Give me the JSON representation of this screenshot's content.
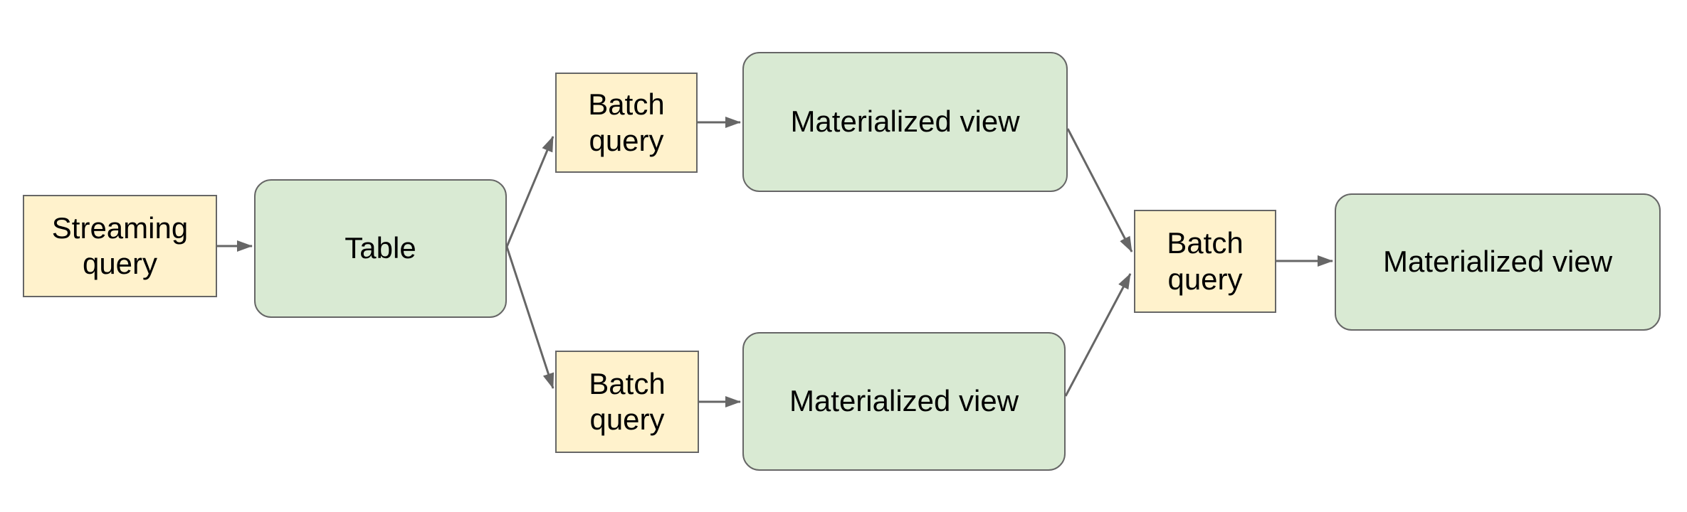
{
  "diagram": {
    "background_color": "#ffffff",
    "colors": {
      "query_fill": "#fff2cc",
      "data_fill": "#d9ead3",
      "border": "#666666",
      "arrow": "#666666",
      "text": "#000000"
    },
    "nodes": {
      "streaming_query": {
        "label": "Streaming query",
        "shape": "rectangle",
        "fill": "#fff2cc"
      },
      "table": {
        "label": "Table",
        "shape": "rounded-rectangle",
        "fill": "#d9ead3"
      },
      "batch_query_top": {
        "label": "Batch query",
        "shape": "rectangle",
        "fill": "#fff2cc"
      },
      "materialized_view_top": {
        "label": "Materialized view",
        "shape": "rounded-rectangle",
        "fill": "#d9ead3"
      },
      "batch_query_bottom": {
        "label": "Batch query",
        "shape": "rectangle",
        "fill": "#fff2cc"
      },
      "materialized_view_bottom": {
        "label": "Materialized view",
        "shape": "rounded-rectangle",
        "fill": "#d9ead3"
      },
      "batch_query_right": {
        "label": "Batch query",
        "shape": "rectangle",
        "fill": "#fff2cc"
      },
      "materialized_view_right": {
        "label": "Materialized view",
        "shape": "rounded-rectangle",
        "fill": "#d9ead3"
      }
    },
    "edges": [
      {
        "from": "streaming_query",
        "to": "table"
      },
      {
        "from": "table",
        "to": "batch_query_top"
      },
      {
        "from": "table",
        "to": "batch_query_bottom"
      },
      {
        "from": "batch_query_top",
        "to": "materialized_view_top"
      },
      {
        "from": "batch_query_bottom",
        "to": "materialized_view_bottom"
      },
      {
        "from": "materialized_view_top",
        "to": "batch_query_right"
      },
      {
        "from": "materialized_view_bottom",
        "to": "batch_query_right"
      },
      {
        "from": "batch_query_right",
        "to": "materialized_view_right"
      }
    ]
  }
}
